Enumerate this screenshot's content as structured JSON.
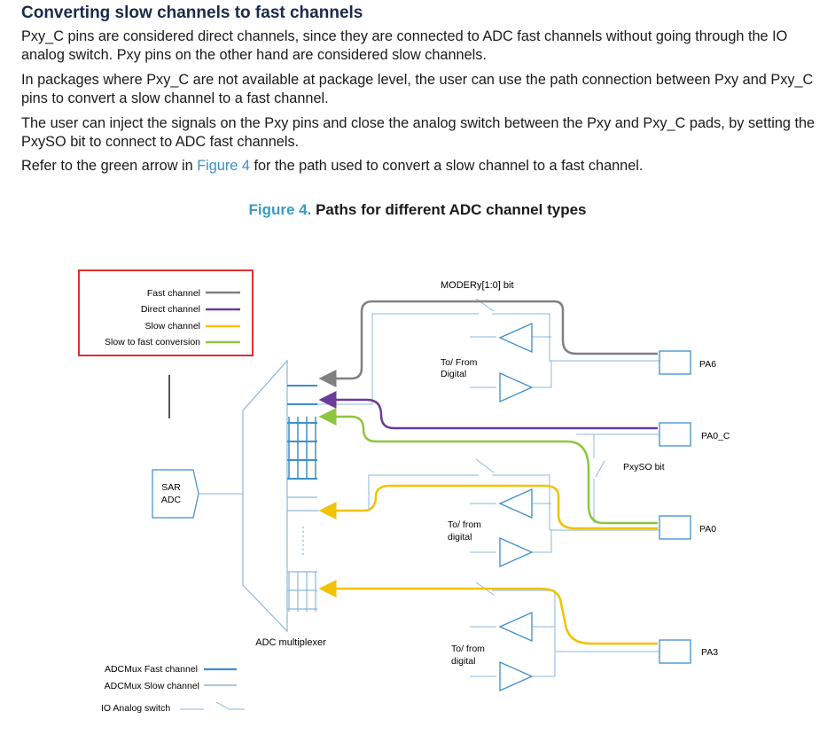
{
  "heading": "Converting slow channels to fast channels",
  "paragraphs": [
    "Pxy_C pins are considered direct channels, since they are connected to ADC fast channels without going through the IO analog switch. Pxy pins on the other hand are considered slow channels.",
    "In packages where Pxy_C are not available at package level, the user can use the path connection between Pxy and Pxy_C pins to convert a slow channel to a fast channel.",
    "The user can inject the signals on the Pxy pins and close the analog switch between the Pxy and Pxy_C pads, by setting the PxySO bit to connect to ADC fast channels."
  ],
  "ref_paragraph": {
    "before": "Refer to the green arrow in ",
    "link": "Figure 4",
    "after": " for the path used to convert a slow channel to a fast channel."
  },
  "figure": {
    "number": "Figure 4.",
    "title": "Paths for different ADC channel types",
    "legend": {
      "fast": "Fast channel",
      "direct": "Direct channel",
      "slow": "Slow channel",
      "slow_to_fast": "Slow to fast conversion"
    },
    "bottom_legend": {
      "mux_fast": "ADCMux Fast channel",
      "mux_slow": "ADCMux Slow channel",
      "switch": "IO Analog switch"
    },
    "labels": {
      "moder": "MODERy[1:0] bit",
      "to_from_1a": "To/ From",
      "to_from_1b": "Digital",
      "to_from_2a": "To/ from",
      "to_from_2b": "digital",
      "to_from_3a": "To/ from",
      "to_from_3b": "digital",
      "pxyso": "PxySO bit",
      "sar_a": "SAR",
      "sar_b": "ADC",
      "mux": "ADC multiplexer"
    },
    "pins": [
      "PA6",
      "PA0_C",
      "PA0",
      "PA3"
    ],
    "colors": {
      "fast": "#808080",
      "direct": "#6a3d9a",
      "slow": "#f2c200",
      "slow_to_fast": "#8cc63f",
      "wire": "#8ab8d8",
      "mux": "#3d8fc9",
      "legend_border": "#e03030"
    }
  }
}
